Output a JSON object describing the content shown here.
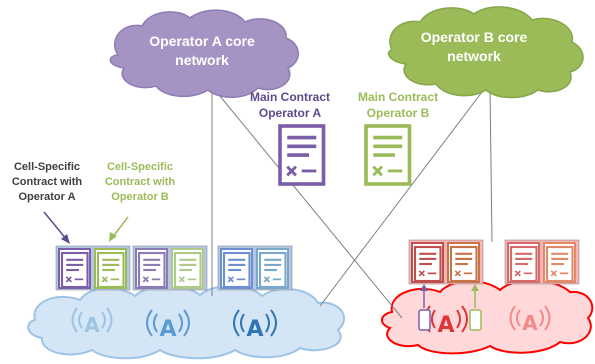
{
  "operator_a": {
    "cloud_line1": "Operator A core",
    "cloud_line2": "network",
    "color": "#a594c3",
    "contract_color": "#7b5ea8",
    "main_contract_line1": "Main Contract",
    "main_contract_line2": "Operator A",
    "cell_contract_line1": "Cell-Specific",
    "cell_contract_line2": "Contract with",
    "cell_contract_line3": "Operator A"
  },
  "operator_b": {
    "cloud_line1": "Operator B core",
    "cloud_line2": "network",
    "color": "#9bbb59",
    "contract_color": "#9bbb59",
    "main_contract_line1": "Main Contract",
    "main_contract_line2": "Operator B",
    "cell_contract_line1": "Cell-Specific",
    "cell_contract_line2": "Contract with",
    "cell_contract_line3": "Operator B"
  },
  "left_cloud_color": "#d4e6f5",
  "right_cloud_color": "#ffd9d9",
  "tower_icons": [
    "tower-icon",
    "tower-icon",
    "tower-icon",
    "tower-icon",
    "tower-icon"
  ],
  "tower_letter": "A"
}
